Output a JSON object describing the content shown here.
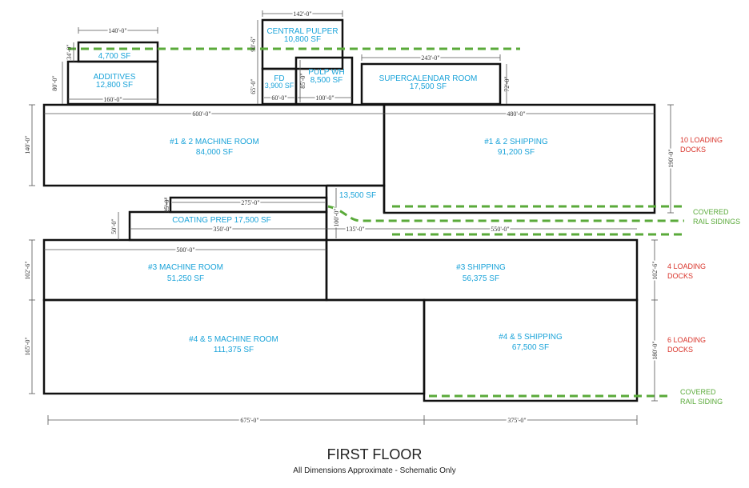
{
  "title": "FIRST FLOOR",
  "subtitle": "All Dimensions Approximate - Schematic Only",
  "colors": {
    "room_text": "#1aa3d9",
    "wall": "#111111",
    "rail": "#5aaa3a",
    "docks": "#d9342b"
  },
  "rooms": {
    "r4700": {
      "area": "4,700 SF"
    },
    "additives": {
      "name": "ADDITIVES",
      "area": "12,800 SF"
    },
    "central_pulper": {
      "name": "CENTRAL PULPER",
      "area": "10,800 SF"
    },
    "fd": {
      "name": "FD",
      "area": "3,900 SF"
    },
    "pulp_wh": {
      "name": "PULP WH",
      "area": "8,500 SF"
    },
    "supercalendar": {
      "name": "SUPERCALENDAR ROOM",
      "area": "17,500 SF"
    },
    "machine_12": {
      "name": "#1 & 2 MACHINE ROOM",
      "area": "84,000 SF"
    },
    "shipping_12": {
      "name": "#1 & 2 SHIPPING",
      "area": "91,200 SF"
    },
    "r13500": {
      "area": "13,500 SF"
    },
    "coating_prep": {
      "label": "COATING PREP 17,500 SF"
    },
    "machine_3": {
      "name": "#3 MACHINE ROOM",
      "area": "51,250 SF"
    },
    "shipping_3": {
      "name": "#3 SHIPPING",
      "area": "56,375 SF"
    },
    "machine_45": {
      "name": "#4 & 5 MACHINE ROOM",
      "area": "111,375 SF"
    },
    "shipping_45": {
      "name": "#4 & 5 SHIPPING",
      "area": "67,500 SF"
    }
  },
  "dims": {
    "d140w": "140'-0\"",
    "d34": "34'-0\"",
    "d80": "80'-0\"",
    "d160": "160'-0\"",
    "d142": "142'-0\"",
    "d90_6": "90'-6\"",
    "d65": "65'-0\"",
    "d60": "60'-0\"",
    "d85": "85'-0\"",
    "d100a": "100'-0\"",
    "d243": "243'-0\"",
    "d72": "72'-0\"",
    "d600": "600'-0\"",
    "d480": "480'-0\"",
    "d140h": "140'-0\"",
    "d190": "190'-0\"",
    "d25": "25'-0\"",
    "d275": "275'-0\"",
    "d50": "50'-0\"",
    "d350": "350'-0\"",
    "d100b": "100'-0\"",
    "d135": "135'-0\"",
    "d550": "550'-0\"",
    "d500": "500'-0\"",
    "d102_6a": "102'-6\"",
    "d102_6b": "102'-6\"",
    "d165": "165'-0\"",
    "d180": "180'-0\"",
    "d675": "675'-0\"",
    "d375": "375'-0\""
  },
  "notes": {
    "docks10": [
      "10 LOADING",
      "DOCKS"
    ],
    "docks4": [
      "4 LOADING",
      "DOCKS"
    ],
    "docks6": [
      "6 LOADING",
      "DOCKS"
    ],
    "rail_sidings": [
      "COVERED",
      "RAIL SIDINGS"
    ],
    "rail_siding": [
      "COVERED",
      "RAIL SIDING"
    ]
  }
}
